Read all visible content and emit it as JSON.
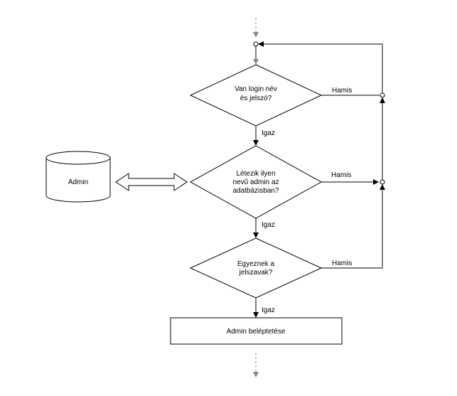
{
  "diagram": {
    "database": {
      "label": "Admin"
    },
    "decisions": [
      {
        "lines": [
          "Van login név",
          "és jelszó?"
        ]
      },
      {
        "lines": [
          "Létezik ilyen",
          "nevű admin az",
          "adatbázisban?"
        ]
      },
      {
        "lines": [
          "Egyeznek a",
          "jelszavak?"
        ]
      }
    ],
    "process": {
      "label": "Admin beléptetése"
    },
    "edge_labels": {
      "false_1": "Hamis",
      "false_2": "Hamis",
      "false_3": "Hamis",
      "true_1": "Igaz",
      "true_2": "Igaz",
      "true_3": "Igaz"
    }
  }
}
